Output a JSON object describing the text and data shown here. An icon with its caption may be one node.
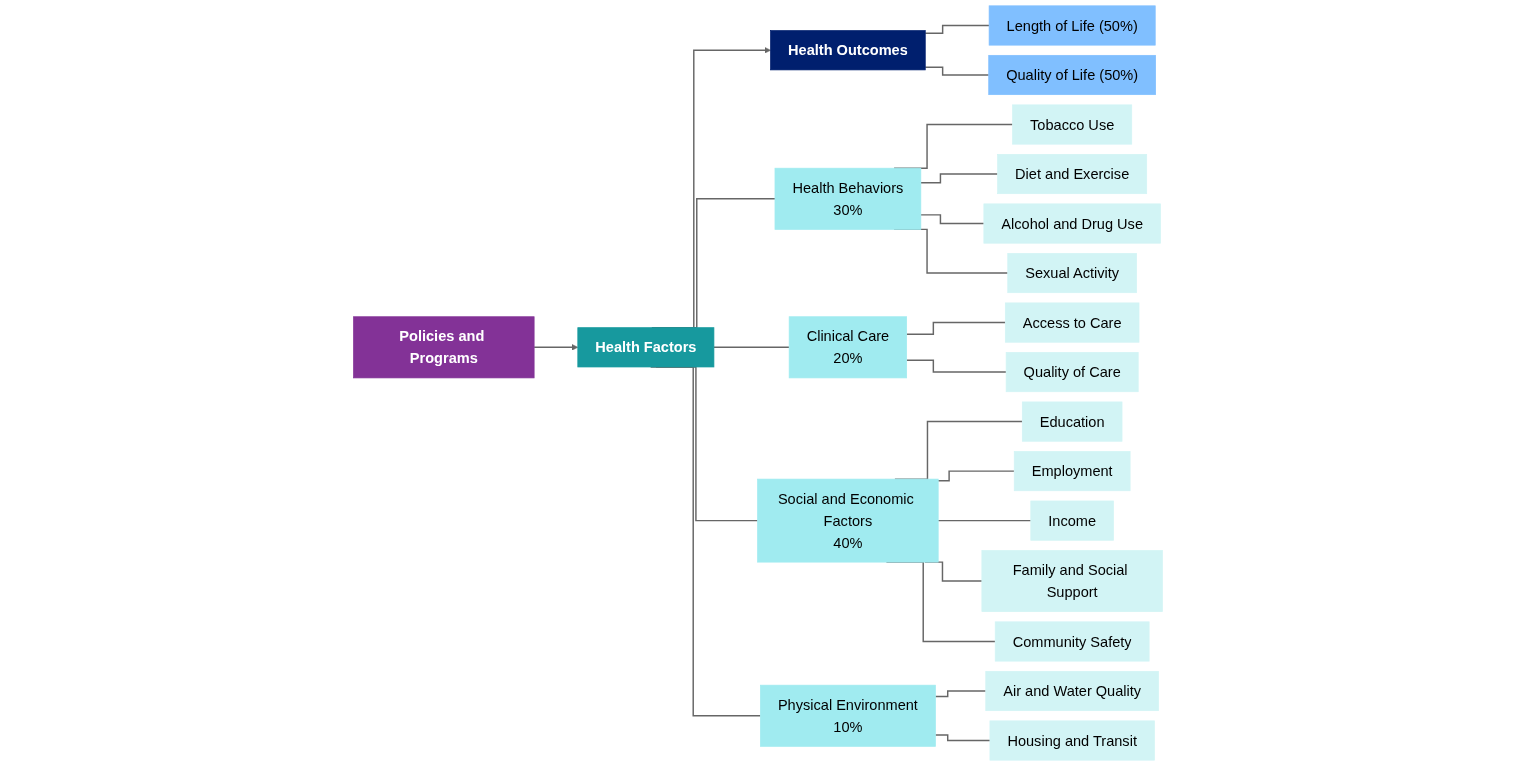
{
  "diagram": {
    "nodes": [
      {
        "text": [
          "Health Outcomes"
        ]
      },
      {
        "text": [
          "Length of Life (50%)"
        ]
      },
      {
        "text": [
          "Quality of Life (50%)"
        ]
      },
      {
        "text": [
          "Health Factors"
        ]
      },
      {
        "text": [
          "Health Behaviors",
          "30%"
        ]
      },
      {
        "text": [
          "Tobacco Use"
        ]
      },
      {
        "text": [
          "Diet and Exercise"
        ]
      },
      {
        "text": [
          "Alcohol and Drug Use"
        ]
      },
      {
        "text": [
          "Sexual Activity"
        ]
      },
      {
        "text": [
          "Clinical Care",
          "20%"
        ]
      },
      {
        "text": [
          "Access to Care"
        ]
      },
      {
        "text": [
          "Quality of Care"
        ]
      },
      {
        "text": [
          "Social and Economic Factors",
          "40%"
        ]
      },
      {
        "text": [
          "Education"
        ]
      },
      {
        "text": [
          "Employment"
        ]
      },
      {
        "text": [
          "Income"
        ]
      },
      {
        "text": [
          "Family and Social Support"
        ]
      },
      {
        "text": [
          "Community Safety"
        ]
      },
      {
        "text": [
          "Physical Environment",
          "10%"
        ]
      },
      {
        "text": [
          "Air and Water Quality"
        ]
      },
      {
        "text": [
          "Housing and Transit"
        ]
      },
      {
        "text": [
          "Policies and Programs"
        ]
      }
    ],
    "edges": [
      {
        "from": 0,
        "to": 1,
        "arrow": "none"
      },
      {
        "from": 0,
        "to": 2,
        "arrow": "none"
      },
      {
        "from": 3,
        "to": 0,
        "arrow": "to"
      },
      {
        "from": 3,
        "to": 4,
        "arrow": "none"
      },
      {
        "from": 4,
        "to": 5,
        "arrow": "none"
      },
      {
        "from": 4,
        "to": 6,
        "arrow": "none"
      },
      {
        "from": 4,
        "to": 7,
        "arrow": "none"
      },
      {
        "from": 4,
        "to": 8,
        "arrow": "none"
      },
      {
        "from": 3,
        "to": 9,
        "arrow": "none"
      },
      {
        "from": 9,
        "to": 10,
        "arrow": "none"
      },
      {
        "from": 9,
        "to": 11,
        "arrow": "none"
      },
      {
        "from": 3,
        "to": 12,
        "arrow": "none"
      },
      {
        "from": 12,
        "to": 13,
        "arrow": "none"
      },
      {
        "from": 12,
        "to": 14,
        "arrow": "none"
      },
      {
        "from": 12,
        "to": 15,
        "arrow": "none"
      },
      {
        "from": 12,
        "to": 16,
        "arrow": "none"
      },
      {
        "from": 12,
        "to": 17,
        "arrow": "none"
      },
      {
        "from": 3,
        "to": 18,
        "arrow": "none"
      },
      {
        "from": 18,
        "to": 19,
        "arrow": "none"
      },
      {
        "from": 18,
        "to": 20,
        "arrow": "none"
      },
      {
        "from": 21,
        "to": 3,
        "arrow": "to"
      }
    ]
  }
}
